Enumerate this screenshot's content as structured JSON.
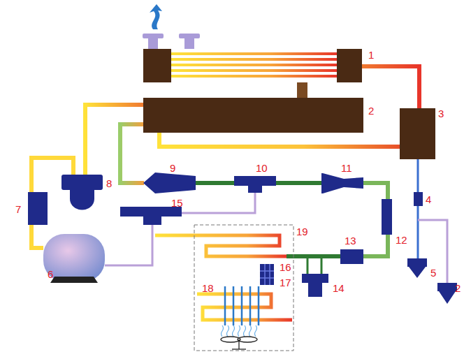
{
  "diagram": {
    "labels": [
      "1",
      "2",
      "3",
      "4",
      "5",
      "6",
      "7",
      "8",
      "9",
      "10",
      "11",
      "12",
      "13",
      "14",
      "15",
      "16",
      "17",
      "18",
      "19",
      "2"
    ]
  }
}
